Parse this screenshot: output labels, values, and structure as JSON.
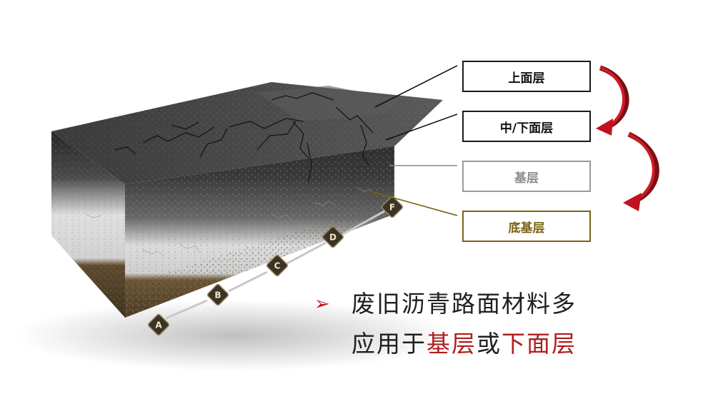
{
  "layers": {
    "top": "上面层",
    "middle_lower": "中/下面层",
    "base": "基层",
    "subbase": "底基层"
  },
  "markers": [
    "A",
    "B",
    "C",
    "D",
    "F"
  ],
  "note": {
    "bullet_icon": "arrow-bullet-icon",
    "line1": "废旧沥青路面材料多",
    "line2_prefix": "应用于",
    "line2_highlight1": "基层",
    "line2_connector": "或",
    "line2_highlight2": "下面层"
  },
  "colors": {
    "highlight": "#b01e1e",
    "arrow": "#c0121e",
    "subbase_border": "#7a6412",
    "base_border": "#9a9a9a",
    "top_border": "#1a1a1a"
  }
}
